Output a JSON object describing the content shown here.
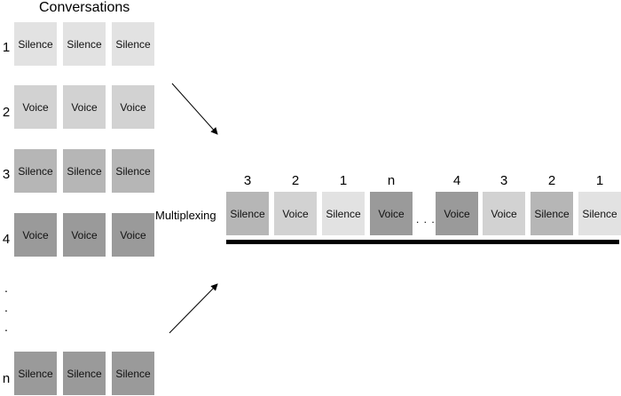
{
  "title": "Conversations",
  "colors": {
    "silence_light": "#e2e2e2",
    "voice_light": "#d2d2d2",
    "silence_mid": "#b6b6b6",
    "voice_dark": "#9a9a9a",
    "silence_dark": "#9a9a9a",
    "line": "#000000"
  },
  "rows": [
    {
      "number": "1",
      "cells": [
        "Silence",
        "Silence",
        "Silence"
      ]
    },
    {
      "number": "2",
      "cells": [
        "Voice",
        "Voice",
        "Voice"
      ]
    },
    {
      "number": "3",
      "cells": [
        "Silence",
        "Silence",
        "Silence"
      ]
    },
    {
      "number": "4",
      "cells": [
        "Voice",
        "Voice",
        "Voice"
      ]
    },
    {
      "number": "n",
      "cells": [
        "Silence",
        "Silence",
        "Silence"
      ]
    }
  ],
  "ellipsis_dots": [
    ".",
    ".",
    "."
  ],
  "multiplex": {
    "label": "Multiplexing",
    "ellipsis": ". . .",
    "slots": [
      {
        "number": "3",
        "label": "Silence"
      },
      {
        "number": "2",
        "label": "Voice"
      },
      {
        "number": "1",
        "label": "Silence"
      },
      {
        "number": "n",
        "label": "Voice"
      },
      {
        "number": "4",
        "label": "Voice"
      },
      {
        "number": "3",
        "label": "Voice"
      },
      {
        "number": "2",
        "label": "Silence"
      },
      {
        "number": "1",
        "label": "Silence"
      }
    ]
  }
}
